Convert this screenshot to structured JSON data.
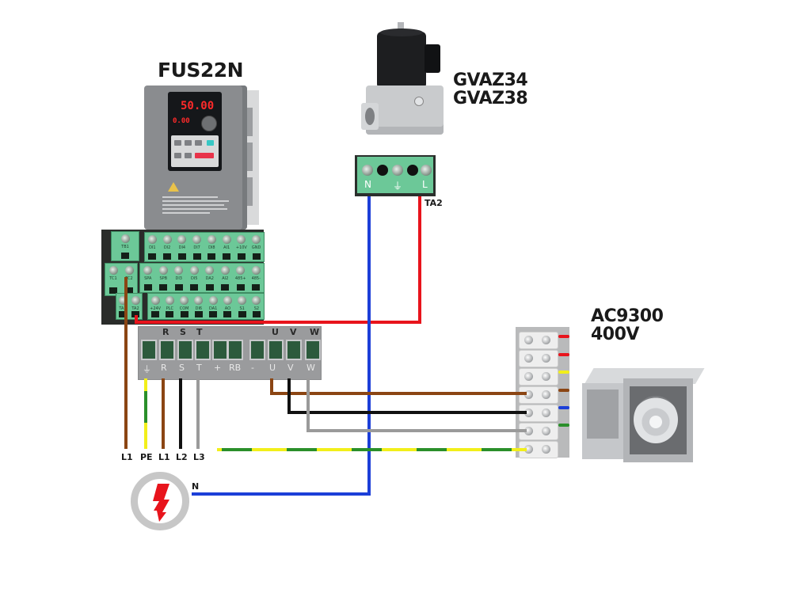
{
  "devices": {
    "vfd": {
      "model": "FUS22N",
      "display_main": "50.00",
      "display_sub": "0.00",
      "control_terminals": {
        "row1": [
          "DI1",
          "DI2",
          "DI4",
          "DI7",
          "DI8",
          "AI1",
          "+10V",
          "GND"
        ],
        "row2": [
          "SPA",
          "SPB",
          "DI3",
          "DI5",
          "DA2",
          "AI2",
          "485+",
          "485-"
        ],
        "row3": [
          "+24V",
          "PLC",
          "COM",
          "DI6",
          "DA1",
          "AO",
          "S1",
          "S2"
        ],
        "relay": [
          "TB1",
          "TC1",
          "TC2",
          "TA1",
          "TA2"
        ]
      },
      "power_terminals_top": [
        "R",
        "S",
        "T",
        "U",
        "V",
        "W"
      ],
      "power_terminals_bottom": [
        "⏚",
        "R",
        "S",
        "T",
        "+",
        "RB",
        "-",
        "U",
        "V",
        "W"
      ]
    },
    "valve": {
      "models": [
        "GVAZ34",
        "GVAZ38"
      ],
      "terminals": [
        "N",
        "⏚",
        "L"
      ],
      "signal_label": "TA2"
    },
    "fan": {
      "model": "AC9300",
      "voltage": "400V"
    }
  },
  "supply": {
    "labels": [
      "L1",
      "PE",
      "L1",
      "L2",
      "L3"
    ],
    "neutral_label": "N",
    "symbol": "power-source"
  },
  "wire_colors": {
    "brown": "#8b4513",
    "black": "#111111",
    "gray": "#9a9a9a",
    "blue": "#1c3fd8",
    "red": "#e8141c",
    "earth_yellow": "#f2ef1a",
    "earth_green": "#2a8f2a"
  }
}
